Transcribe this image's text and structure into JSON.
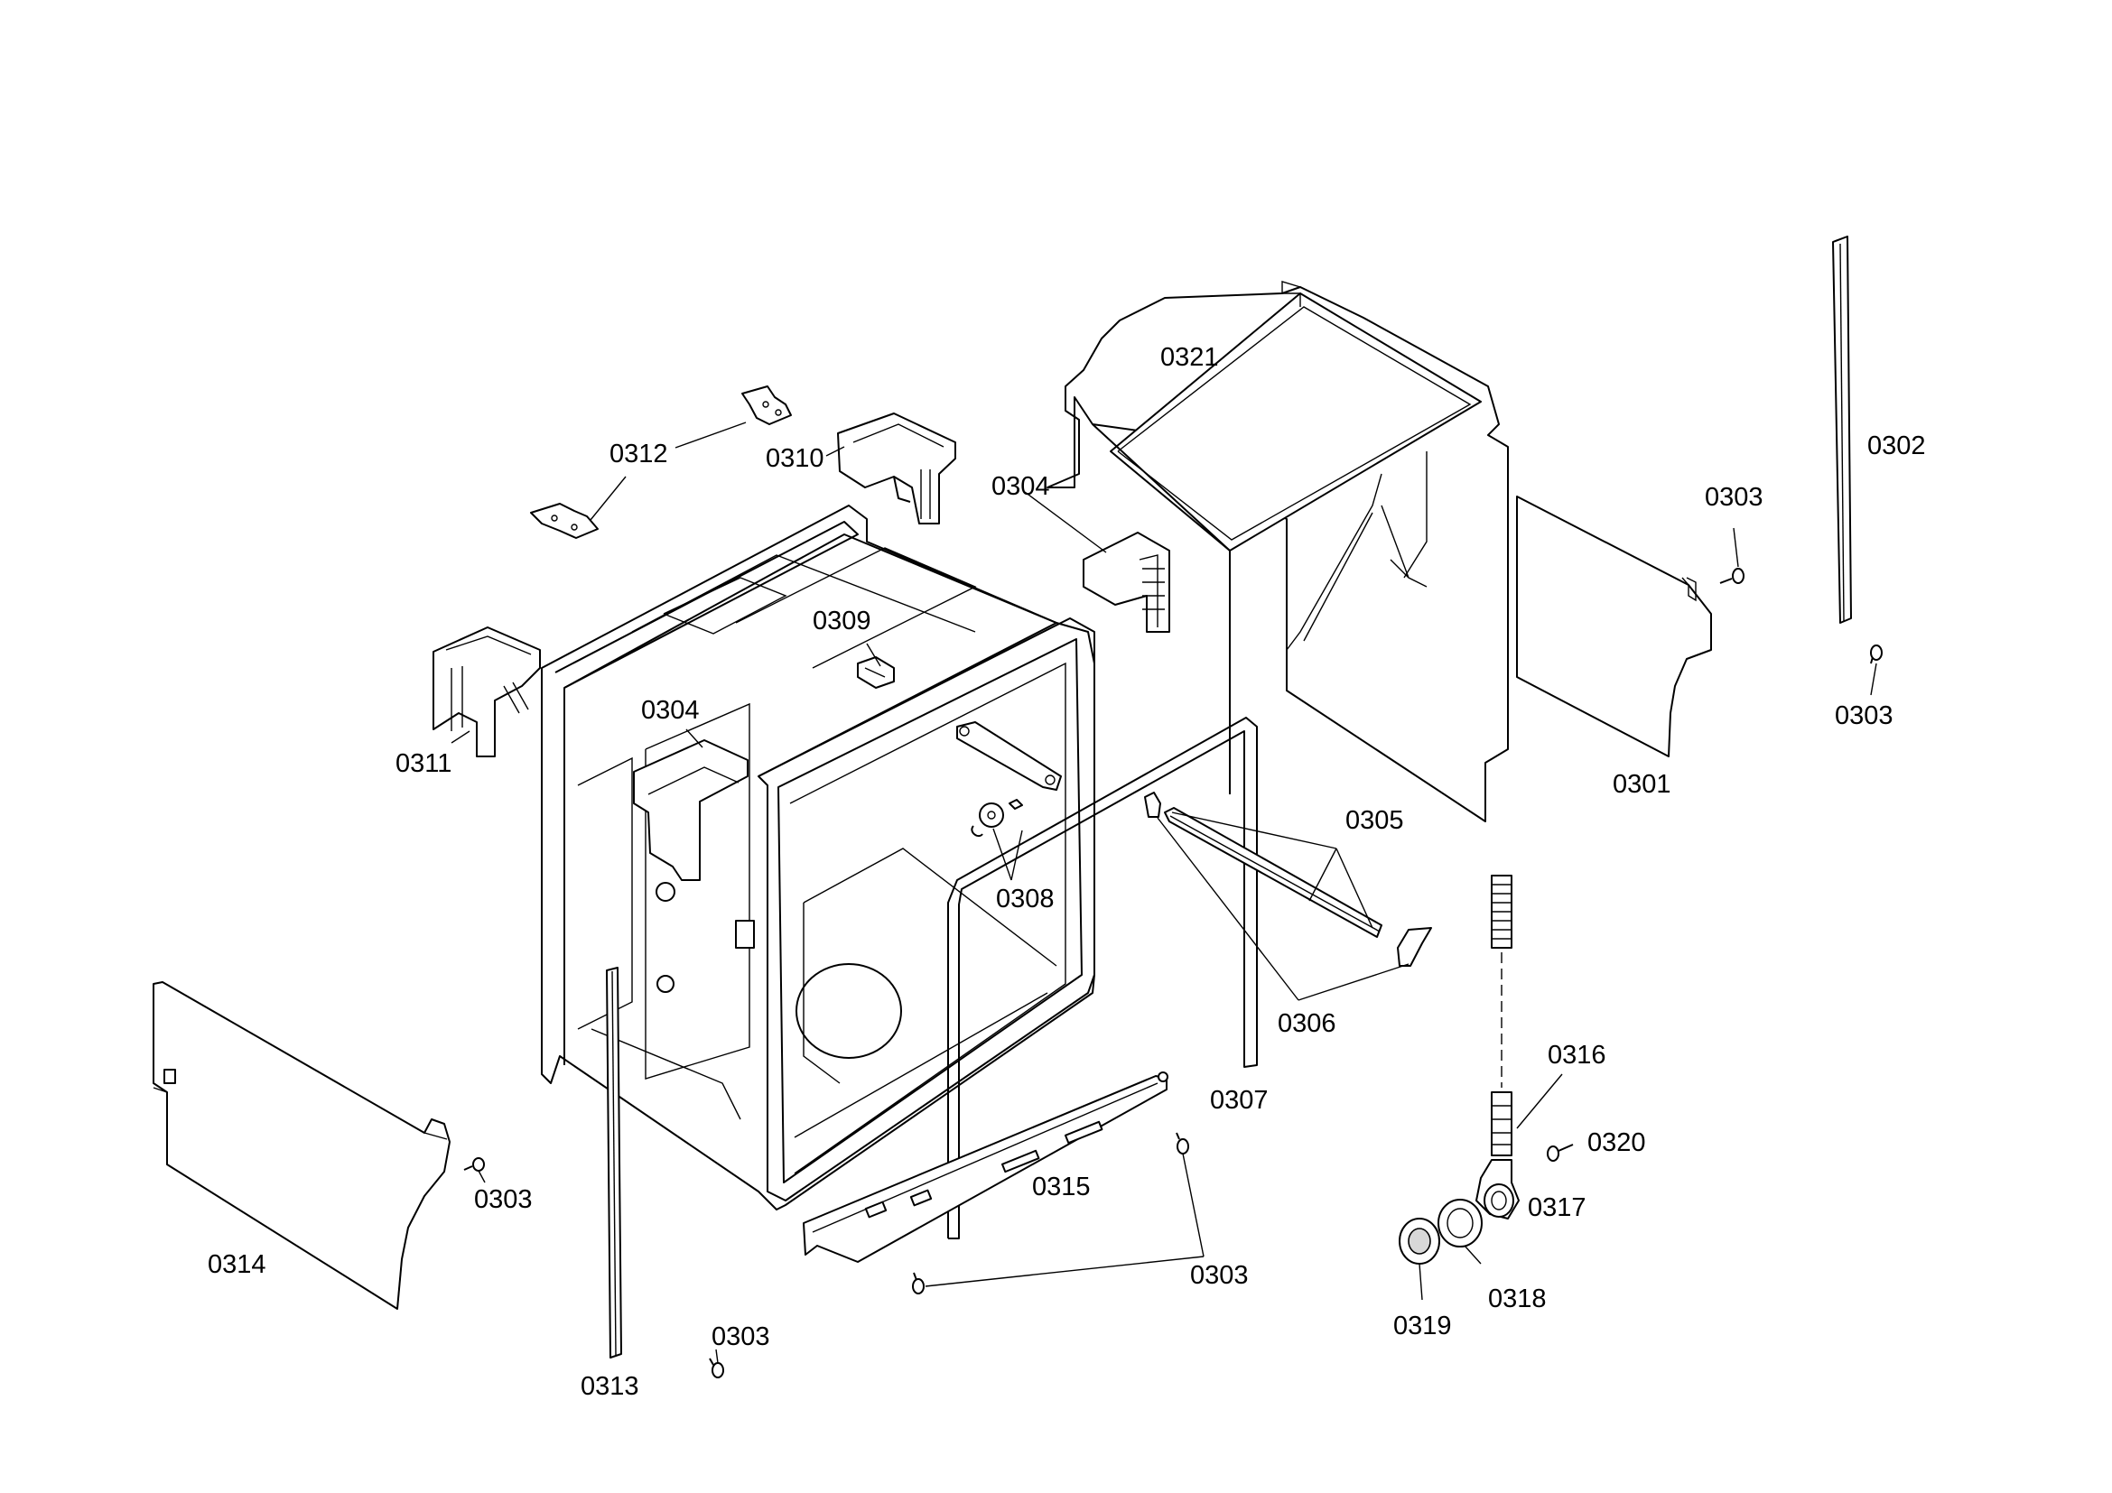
{
  "labels": {
    "l0301": "0301",
    "l0302": "0302",
    "l0303_a": "0303",
    "l0303_b": "0303",
    "l0303_c": "0303",
    "l0303_d": "0303",
    "l0303_e": "0303",
    "l0304_a": "0304",
    "l0304_b": "0304",
    "l0305": "0305",
    "l0306": "0306",
    "l0307": "0307",
    "l0308": "0308",
    "l0309": "0309",
    "l0310": "0310",
    "l0311": "0311",
    "l0312": "0312",
    "l0313": "0313",
    "l0314": "0314",
    "l0315": "0315",
    "l0316": "0316",
    "l0317": "0317",
    "l0318": "0318",
    "l0319": "0319",
    "l0320": "0320",
    "l0321": "0321"
  }
}
